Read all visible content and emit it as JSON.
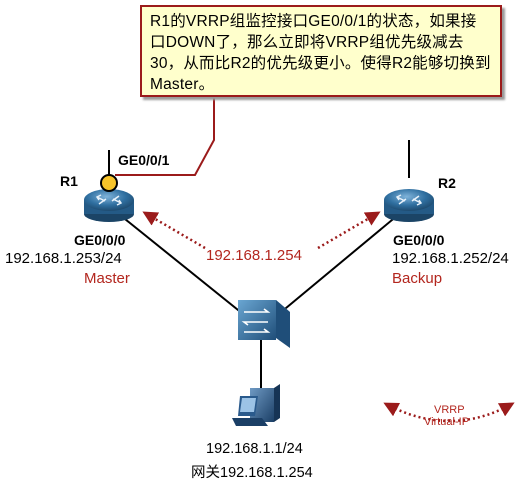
{
  "callout": {
    "text": "R1的VRRP组监控接口GE0/0/1的状态，如果接口DOWN了，那么立即将VRRP组优先级减去30，从而比R2的优先级更小。使得R2能够切换到Master。"
  },
  "r1": {
    "name": "R1",
    "monitored_interface": "GE0/0/1",
    "interface": "GE0/0/0",
    "ip": "192.168.1.253/24",
    "role": "Master"
  },
  "r2": {
    "name": "R2",
    "interface": "GE0/0/0",
    "ip": "192.168.1.252/24",
    "role": "Backup"
  },
  "virtual_ip": "192.168.1.254",
  "pc": {
    "ip": "192.168.1.1/24",
    "gateway": "网关192.168.1.254"
  },
  "legend": {
    "line1": "VRRP",
    "line2": "Virtual-IP"
  },
  "colors": {
    "accent": "#9b1b1b",
    "router_blue": "#2f6fa0",
    "callout_bg": "#ffffcc",
    "monitor_dot": "#f7c42a"
  }
}
